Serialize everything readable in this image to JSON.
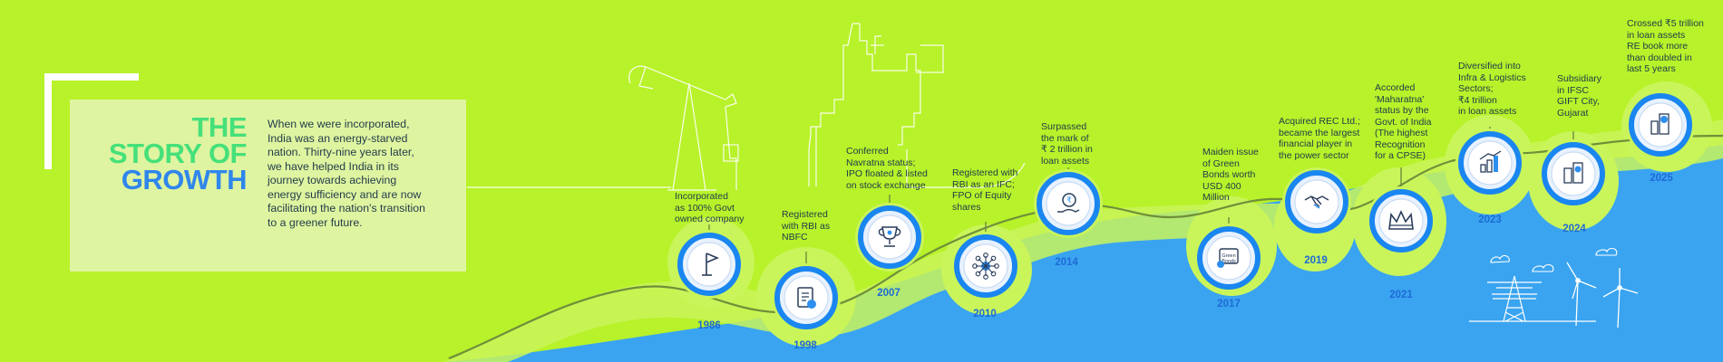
{
  "heading": {
    "line1": "THE",
    "line2": "STORY OF",
    "line3": "GROWTH"
  },
  "intro_lines": [
    "When we were incorporated,",
    "India was an  energy-starved",
    "nation. Thirty-nine years later,",
    "we have helped India in its",
    "journey towards achieving",
    "energy sufficiency and are now",
    "facilitating the nation's transition",
    "to a greener future."
  ],
  "milestones": [
    {
      "year": "1986",
      "icon": "flag-icon",
      "lines": [
        "Incorporated",
        "as 100% Govt",
        "owned company"
      ]
    },
    {
      "year": "1998",
      "icon": "certificate-icon",
      "lines": [
        "Registered",
        "with RBI as",
        "NBFC"
      ]
    },
    {
      "year": "2007",
      "icon": "trophy-icon",
      "lines": [
        "Conferred",
        "Navratna status;",
        "IPO floated & listed",
        "on stock exchange"
      ]
    },
    {
      "year": "2010",
      "icon": "network-icon",
      "lines": [
        "Registered with",
        "RBI as an IFC;",
        "FPO of Equity",
        "shares"
      ]
    },
    {
      "year": "2014",
      "icon": "rupee-hand-icon",
      "lines": [
        "Surpassed",
        "the mark of",
        "₹ 2 trillion in",
        "loan assets"
      ]
    },
    {
      "year": "2017",
      "icon": "green-bond-icon",
      "lines": [
        "Maiden issue",
        "of Green",
        "Bonds worth",
        "USD 400",
        "Million"
      ]
    },
    {
      "year": "2019",
      "icon": "handshake-icon",
      "lines": [
        "Acquired REC Ltd.;",
        "became the largest",
        "financial player in",
        "the power sector"
      ]
    },
    {
      "year": "2021",
      "icon": "crown-icon",
      "lines": [
        "Accorded",
        "'Maharatna'",
        "status by the",
        "Govt. of India",
        "(The highest",
        "Recognition",
        "for a CPSE)"
      ]
    },
    {
      "year": "2023",
      "icon": "growth-chart-icon",
      "lines": [
        "Diversified into",
        "Infra & Logistics",
        "Sectors;",
        "₹4 trillion",
        "in loan assets"
      ]
    },
    {
      "year": "2024",
      "icon": "buildings-icon",
      "lines": [
        "Subsidiary",
        "in IFSC",
        "GIFT City,",
        "Gujarat"
      ]
    },
    {
      "year": "2025",
      "icon": "growth-building-icon",
      "lines": [
        "Crossed ₹5 trillion",
        "in loan assets",
        "RE book more",
        "than doubled in",
        "last 5 years"
      ]
    }
  ],
  "colors": {
    "background": "#b8f22a",
    "path": "#6f8f3a",
    "water": "#3aa4f0",
    "ring": "#1a86f0",
    "year_text": "#1e6ad6",
    "heading_green": "#46e07a",
    "heading_blue": "#2f86ec"
  }
}
